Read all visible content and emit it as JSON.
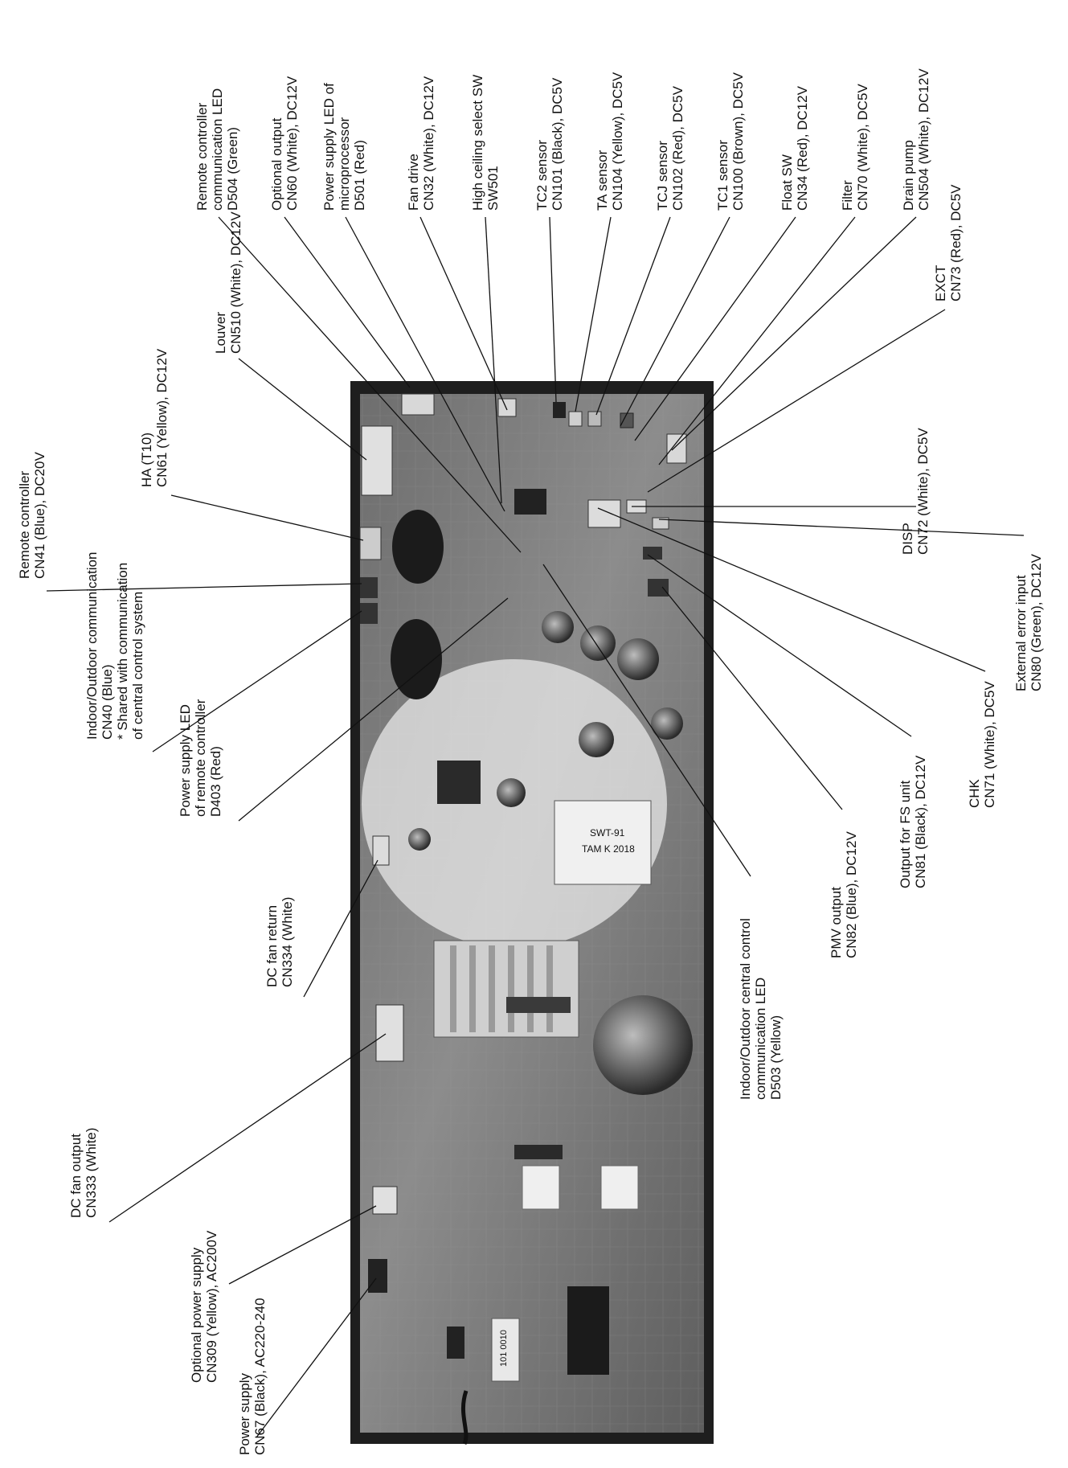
{
  "labels": [
    {
      "id": "remote-led",
      "lines": [
        "Remote controller",
        "communication LED",
        "D504 (Green)"
      ]
    },
    {
      "id": "optional-output",
      "lines": [
        "Optional output",
        "CN60 (White), DC12V"
      ]
    },
    {
      "id": "micro-power-led",
      "lines": [
        "Power supply LED of",
        "microprocessor",
        "D501 (Red)"
      ]
    },
    {
      "id": "fan-drive",
      "lines": [
        "Fan drive",
        "CN32 (White), DC12V"
      ]
    },
    {
      "id": "high-ceiling",
      "lines": [
        "High ceiling select SW",
        "SW501"
      ]
    },
    {
      "id": "tc2-sensor",
      "lines": [
        "TC2 sensor",
        "CN101 (Black), DC5V"
      ]
    },
    {
      "id": "ta-sensor",
      "lines": [
        "TA sensor",
        "CN104 (Yellow), DC5V"
      ]
    },
    {
      "id": "tcj-sensor",
      "lines": [
        "TCJ sensor",
        "CN102 (Red), DC5V"
      ]
    },
    {
      "id": "tc1-sensor",
      "lines": [
        "TC1 sensor",
        "CN100 (Brown), DC5V"
      ]
    },
    {
      "id": "float-sw",
      "lines": [
        "Float SW",
        "CN34 (Red), DC12V"
      ]
    },
    {
      "id": "filter",
      "lines": [
        "Filter",
        "CN70 (White), DC5V"
      ]
    },
    {
      "id": "drain-pump",
      "lines": [
        "Drain pump",
        "CN504 (White), DC12V"
      ]
    },
    {
      "id": "exct",
      "lines": [
        "EXCT",
        "CN73 (Red), DC5V"
      ]
    },
    {
      "id": "louver",
      "lines": [
        "Louver",
        "CN510 (White), DC12V"
      ]
    },
    {
      "id": "ha",
      "lines": [
        "HA (T10)",
        "CN61 (Yellow), DC12V"
      ]
    },
    {
      "id": "remote-controller",
      "lines": [
        "Remote controller",
        "CN41 (Blue), DC20V"
      ]
    },
    {
      "id": "indoor-outdoor",
      "lines": [
        "Indoor/Outdoor communication",
        "CN40 (Blue)",
        "* Shared with communication",
        "of central control system"
      ]
    },
    {
      "id": "remote-power-led",
      "lines": [
        "Power supply LED",
        "of remote controller",
        "D403 (Red)"
      ]
    },
    {
      "id": "dc-fan-return",
      "lines": [
        "DC fan return",
        "CN334 (White)"
      ]
    },
    {
      "id": "dc-fan-output",
      "lines": [
        "DC fan output",
        "CN333 (White)"
      ]
    },
    {
      "id": "optional-power",
      "lines": [
        "Optional power supply",
        "CN309 (Yellow), AC200V"
      ]
    },
    {
      "id": "power-supply",
      "lines": [
        "Power supply",
        "CN67 (Black), AC220-240"
      ]
    },
    {
      "id": "central-led",
      "lines": [
        "Indoor/Outdoor central control",
        "communication LED",
        "D503 (Yellow)"
      ]
    },
    {
      "id": "pmv-output",
      "lines": [
        "PMV output",
        "CN82 (Blue), DC12V"
      ]
    },
    {
      "id": "fs-unit",
      "lines": [
        "Output for FS unit",
        "CN81 (Black), DC12V"
      ]
    },
    {
      "id": "chk",
      "lines": [
        "CHK",
        "CN71 (White), DC5V"
      ]
    },
    {
      "id": "external-error",
      "lines": [
        "External error input",
        "CN80 (Green), DC12V"
      ]
    },
    {
      "id": "disp",
      "lines": [
        "DISP",
        "CN72 (White), DC5V"
      ]
    }
  ],
  "board": {
    "photo": "printed circuit board",
    "markings": [
      "SWT-91",
      "TAM K 2018",
      "101 0010"
    ]
  }
}
